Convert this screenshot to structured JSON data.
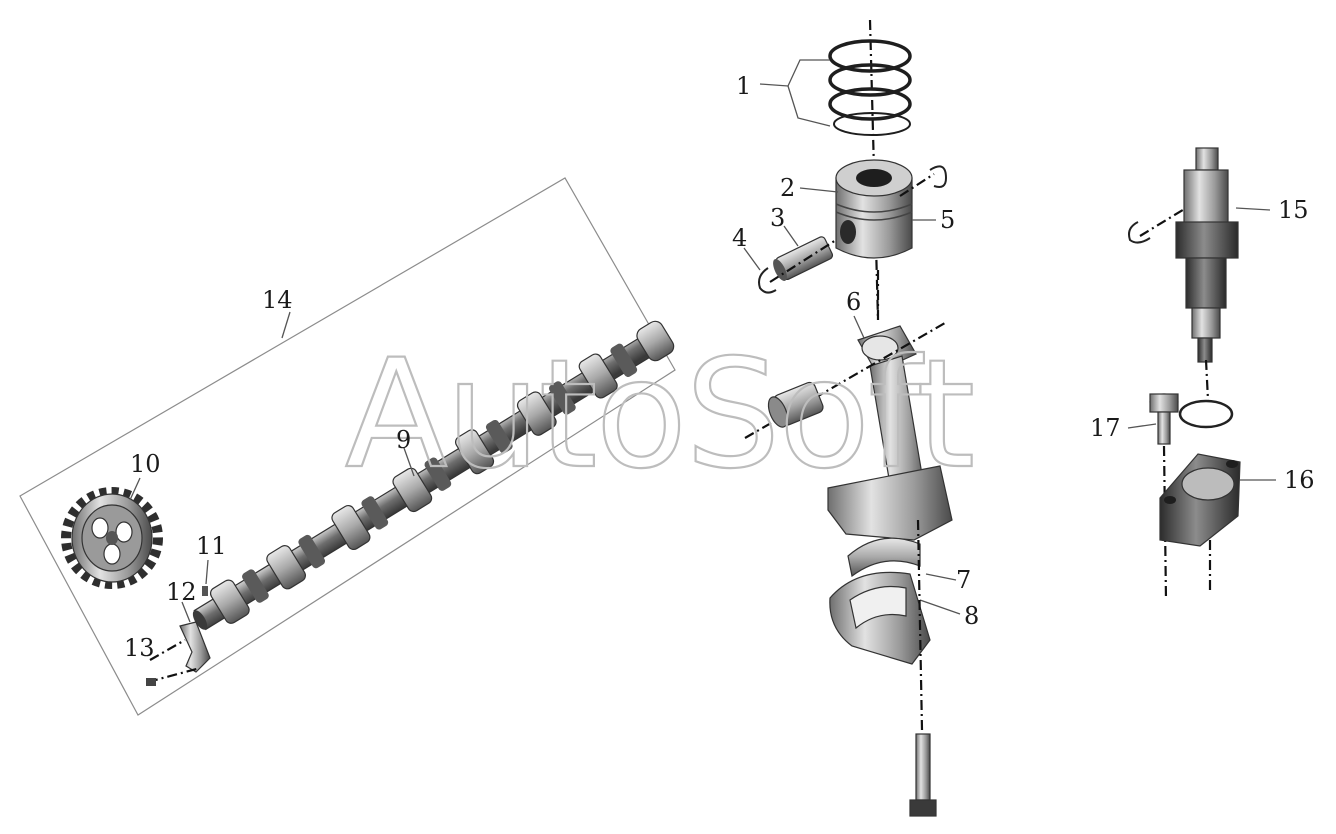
{
  "watermark": {
    "text": "AutoSoft"
  },
  "callouts": [
    {
      "id": "1",
      "label": "1"
    },
    {
      "id": "2",
      "label": "2"
    },
    {
      "id": "3",
      "label": "3"
    },
    {
      "id": "4",
      "label": "4"
    },
    {
      "id": "5",
      "label": "5"
    },
    {
      "id": "6",
      "label": "6"
    },
    {
      "id": "7",
      "label": "7"
    },
    {
      "id": "8",
      "label": "8"
    },
    {
      "id": "9",
      "label": "9"
    },
    {
      "id": "10",
      "label": "10"
    },
    {
      "id": "11",
      "label": "11"
    },
    {
      "id": "12",
      "label": "12"
    },
    {
      "id": "13",
      "label": "13"
    },
    {
      "id": "14",
      "label": "14"
    },
    {
      "id": "15",
      "label": "15"
    },
    {
      "id": "16",
      "label": "16"
    },
    {
      "id": "17",
      "label": "17"
    }
  ],
  "colors": {
    "background": "#ffffff",
    "metal_dark": "#3c3c3c",
    "metal_mid": "#8a8a8a",
    "metal_light": "#d6d6d6",
    "line": "#111111",
    "watermark": "#bdbdbd"
  }
}
